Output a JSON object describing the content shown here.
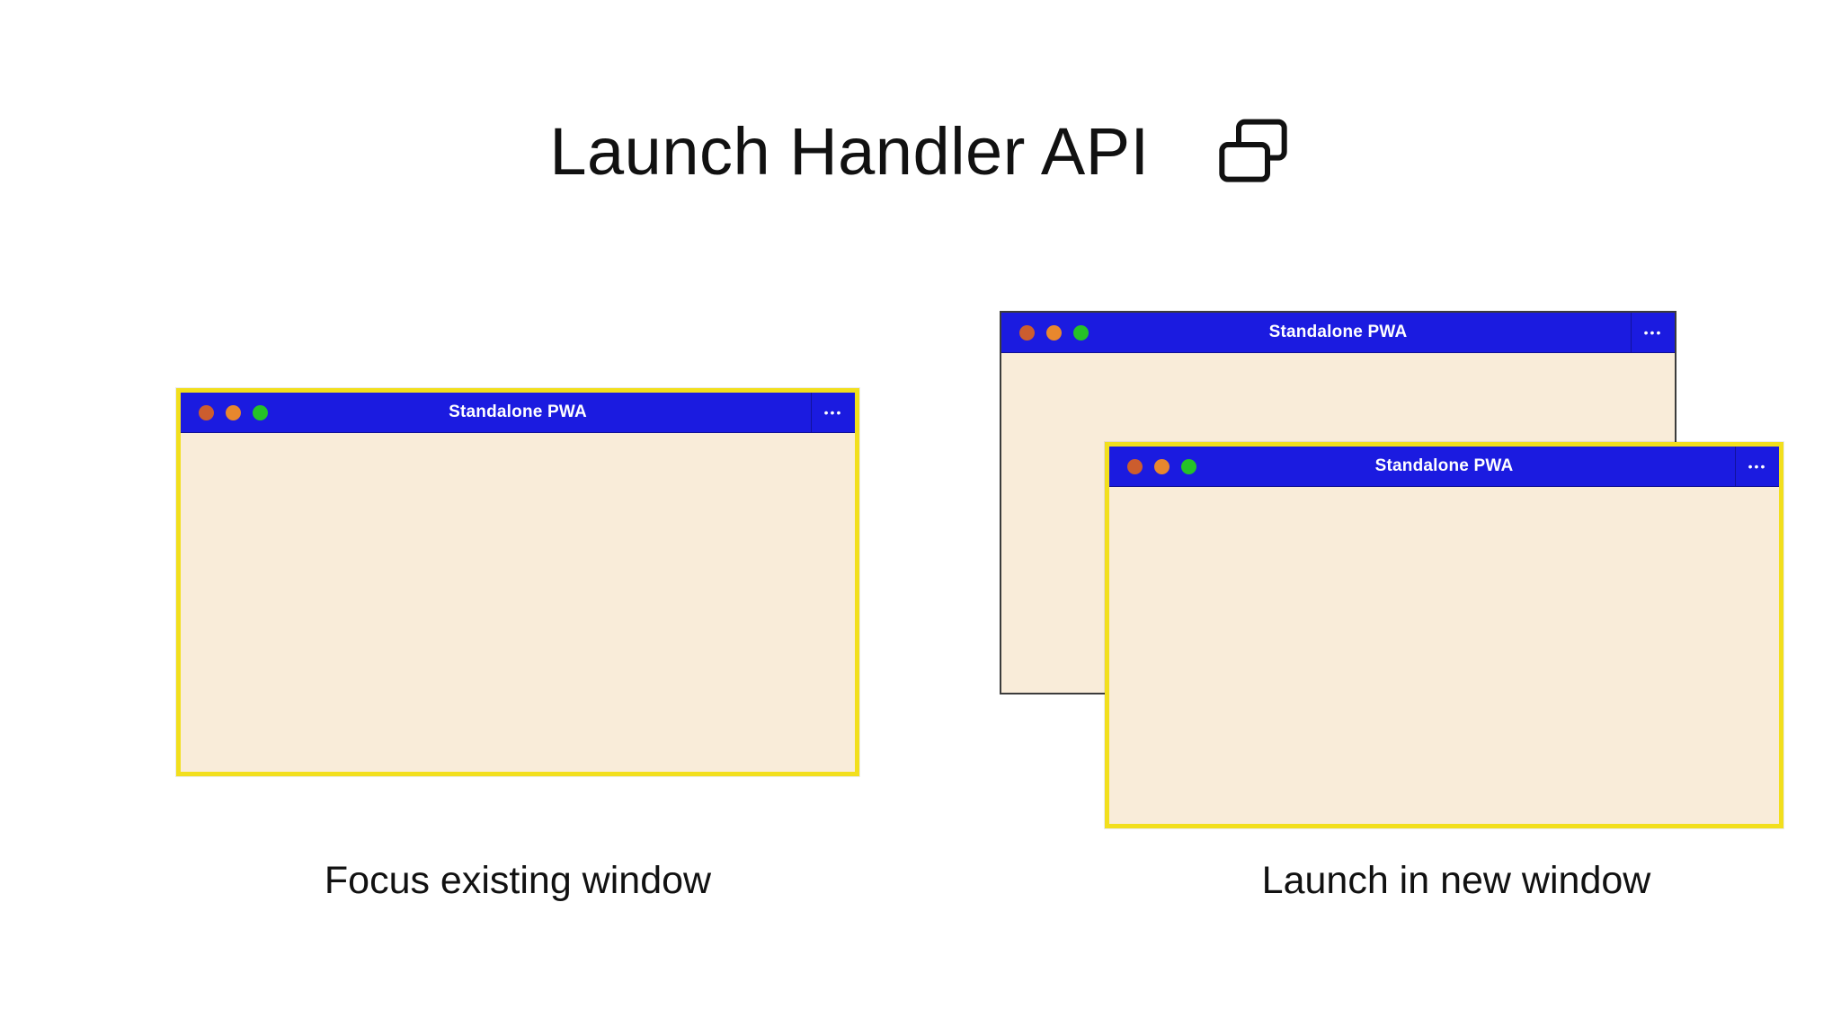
{
  "header": {
    "title": "Launch Handler API",
    "icon": "overlapping-windows-icon"
  },
  "colors": {
    "titlebar_blue": "#1b1be0",
    "titlebar_text": "#ffffff",
    "window_body": "#f9ecd9",
    "focus_border": "#f2df1d",
    "back_border": "#3c3c3c",
    "dot_close": "#cc5d2e",
    "dot_minimize": "#e8872d",
    "dot_maximize": "#25c228"
  },
  "panels": {
    "left": {
      "caption": "Focus existing window",
      "windows": [
        {
          "title": "Standalone PWA",
          "menu": "•••",
          "focused": true
        }
      ]
    },
    "right": {
      "caption": "Launch in new window",
      "windows": [
        {
          "title": "Standalone PWA",
          "menu": "•••",
          "focused": false
        },
        {
          "title": "Standalone PWA",
          "menu": "•••",
          "focused": true
        }
      ]
    }
  }
}
